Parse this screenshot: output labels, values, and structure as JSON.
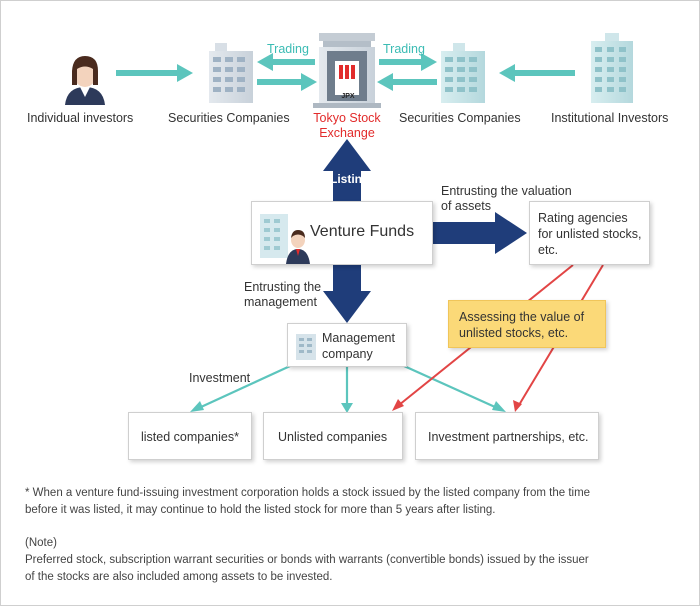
{
  "top": {
    "individual_investors": "Individual investors",
    "securities_companies_left": "Securities Companies",
    "exchange_line1": "Tokyo Stock",
    "exchange_line2": "Exchange",
    "exchange_sign": "JPX",
    "securities_companies_right": "Securities Companies",
    "institutional_investors": "Institutional Investors",
    "trading_left": "Trading",
    "trading_right": "Trading"
  },
  "middle": {
    "listing": "Listing",
    "venture_funds": "Venture Funds",
    "entrusting_valuation_line1": "Entrusting the valuation",
    "entrusting_valuation_line2": "of assets",
    "rating_line1": "Rating agencies",
    "rating_line2": "for unlisted stocks,",
    "rating_line3": "etc.",
    "entrusting_mgmt_line1": "Entrusting the",
    "entrusting_mgmt_line2": "management",
    "assessing_line1": "Assessing the value of",
    "assessing_line2": "unlisted stocks, etc.",
    "mgmt_company_line1": "Management",
    "mgmt_company_line2": "company",
    "investment": "Investment"
  },
  "bottom": {
    "listed_companies": "listed companies*",
    "unlisted_companies": "Unlisted companies",
    "investment_partnerships": "Investment partnerships, etc."
  },
  "notes": {
    "asterisk_line1": "* When a venture fund-issuing investment corporation holds a stock issued by the listed company from the time",
    "asterisk_line2": "before it was listed, it may continue to hold the listed stock for more than 5 years after listing.",
    "note_heading": "(Note)",
    "note_line1": "Preferred stock, subscription warrant securities or bonds with warrants (convertible bonds) issued by the issuer",
    "note_line2": "of the stocks are also included among assets to be invested."
  },
  "colors": {
    "teal": "#5cc5bd",
    "navy": "#1f3d7a",
    "red": "#e24545",
    "yellow": "#fbd978",
    "exchange_red": "#e22b2b"
  }
}
